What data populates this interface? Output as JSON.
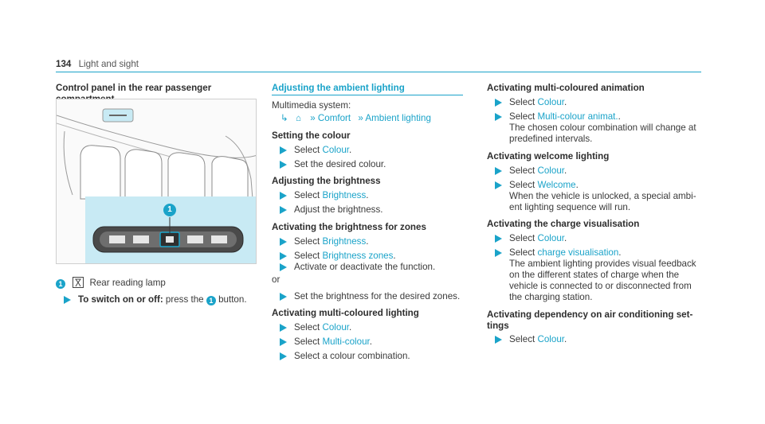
{
  "header": {
    "page_number": "134",
    "section": "Light and sight"
  },
  "left": {
    "heading": "Control panel in the rear passenger compartment",
    "caption_number": "1",
    "caption_text": "Rear reading lamp",
    "callout_number": "1",
    "step_bold": "To switch on or off:",
    "step_text_a": "press the",
    "step_number": "1",
    "step_text_b": "button."
  },
  "middle": {
    "heading": "Adjusting the ambient lighting",
    "intro": "Multimedia system:",
    "nav": [
      "Comfort",
      "Ambient lighting"
    ],
    "setting_colour": {
      "heading": "Setting the colour",
      "s1_a": "Select",
      "s1_link": "Colour",
      "s1_b": ".",
      "s2": "Set the desired colour."
    },
    "adjusting_brightness": {
      "heading": "Adjusting the brightness",
      "s1_a": "Select",
      "s1_link": "Brightness",
      "s1_b": ".",
      "s2": "Adjust the brightness."
    },
    "brightness_zones": {
      "heading": "Activating the brightness for zones",
      "s1_a": "Select",
      "s1_link": "Brightness",
      "s1_b": ".",
      "s2_a": "Select",
      "s2_link": "Brightness zones",
      "s2_b": ".",
      "s3": "Activate or deactivate the function.",
      "or": "or",
      "s4": "Set the brightness for the desired zones."
    },
    "multi_lighting": {
      "heading": "Activating multi-coloured lighting",
      "s1_a": "Select",
      "s1_link": "Colour",
      "s1_b": ".",
      "s2_a": "Select",
      "s2_link": "Multi-colour",
      "s2_b": ".",
      "s3": "Select a colour combination."
    }
  },
  "right": {
    "multi_animation": {
      "heading": "Activating multi-coloured animation",
      "s1_a": "Select",
      "s1_link": "Colour",
      "s1_b": ".",
      "s2_a": "Select",
      "s2_link": "Multi-colour animat.",
      "s2_b": ".",
      "s2_line2": "The chosen colour combination will change at",
      "s2_line3": "predefined intervals."
    },
    "welcome": {
      "heading": "Activating welcome lighting",
      "s1_a": "Select",
      "s1_link": "Colour",
      "s1_b": ".",
      "s2_a": "Select",
      "s2_link": "Welcome",
      "s2_b": ".",
      "s2_line2": "When the vehicle is unlocked, a special ambi-",
      "s2_line3": "ent lighting sequence will run."
    },
    "charge": {
      "heading": "Activating the charge visualisation",
      "s1_a": "Select",
      "s1_link": "Colour",
      "s1_b": ".",
      "s2_a": "Select",
      "s2_link": "charge visualisation",
      "s2_b": ".",
      "s2_line2": "The ambient lighting provides visual feedback",
      "s2_line3": "on the different states of charge when the",
      "s2_line4": "vehicle is connected to or disconnected from",
      "s2_line5": "the charging station."
    },
    "aircon": {
      "heading_line1": "Activating dependency on air conditioning set-",
      "heading_line2": "tings",
      "s1_a": "Select",
      "s1_link": "Colour",
      "s1_b": "."
    }
  },
  "colors": {
    "accent": "#1aa3c9",
    "illustration_panel": "#c8eaf4"
  }
}
